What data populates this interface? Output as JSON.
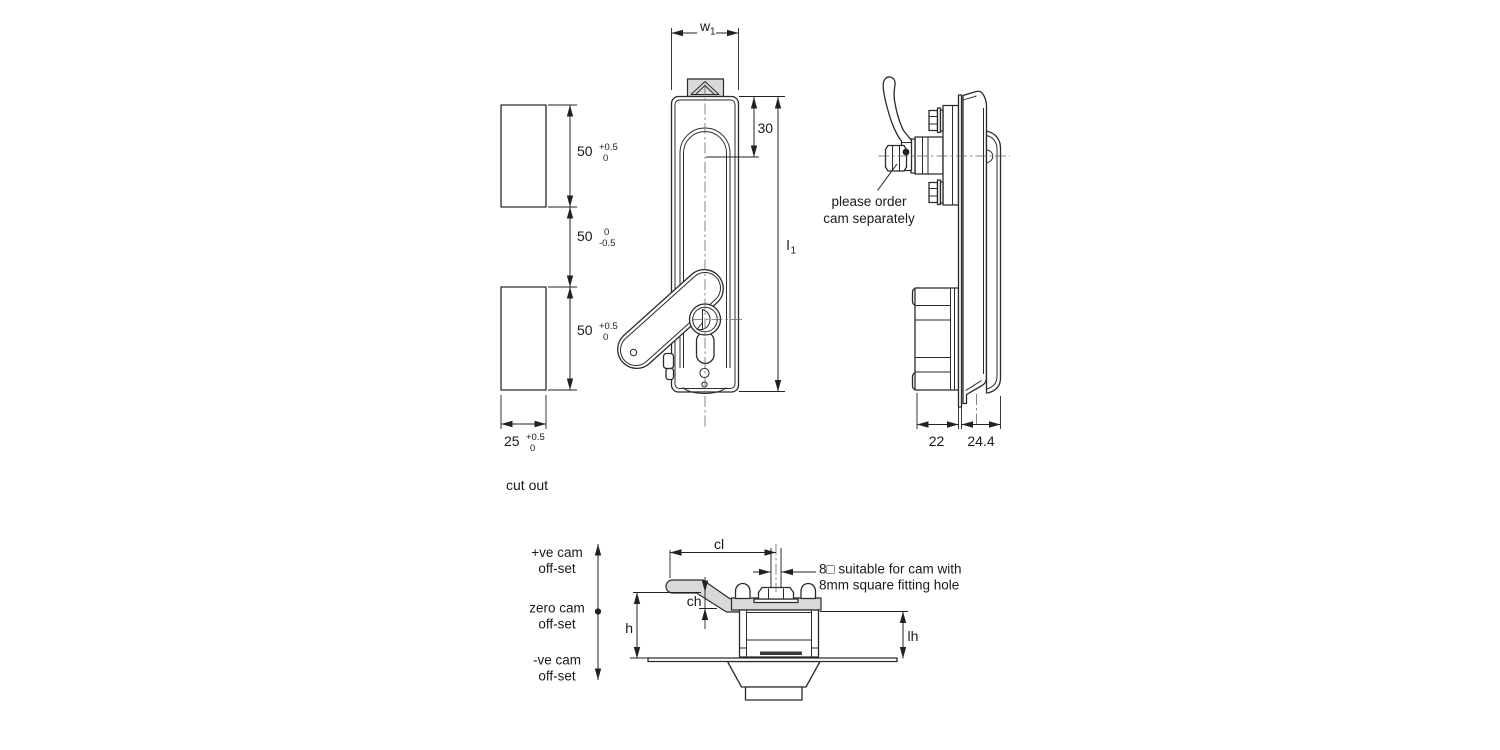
{
  "cutout_view": {
    "caption": "cut out",
    "height_dims": [
      {
        "value": "50",
        "tol_top": "+0.5",
        "tol_bottom": "0"
      },
      {
        "value": "50",
        "tol_top": "0",
        "tol_bottom": "-0.5"
      },
      {
        "value": "50",
        "tol_top": "+0.5",
        "tol_bottom": "0"
      }
    ],
    "width_dim": {
      "value": "25",
      "tol_top": "+0.5",
      "tol_bottom": "0"
    }
  },
  "front_view": {
    "width_dim": {
      "base": "w",
      "sub": "1"
    },
    "top_offset_dim": "30",
    "length_dim": {
      "base": "l",
      "sub": "1"
    }
  },
  "side_view": {
    "note": {
      "line1": "please order",
      "line2": "cam separately"
    },
    "behind_panel_dim": "22",
    "front_of_panel_dim": "24.4"
  },
  "cam_section": {
    "legend": {
      "positive": {
        "line1": "+ve cam",
        "line2": "off-set"
      },
      "zero": {
        "line1": "zero cam",
        "line2": "off-set"
      },
      "negative": {
        "line1": "-ve cam",
        "line2": "off-set"
      }
    },
    "dims": {
      "cam_length": "cl",
      "cam_offset": "ch",
      "height": "h",
      "latch_height": "lh"
    },
    "note": {
      "line1": "8□ suitable for cam with",
      "line2": "8mm square fitting hole"
    }
  },
  "colors": {
    "line": "#2b2b2b",
    "dimension": "#222222",
    "shaded_fill": "#d9d9d9",
    "part_fill": "#ffffff",
    "background": "#ffffff"
  }
}
